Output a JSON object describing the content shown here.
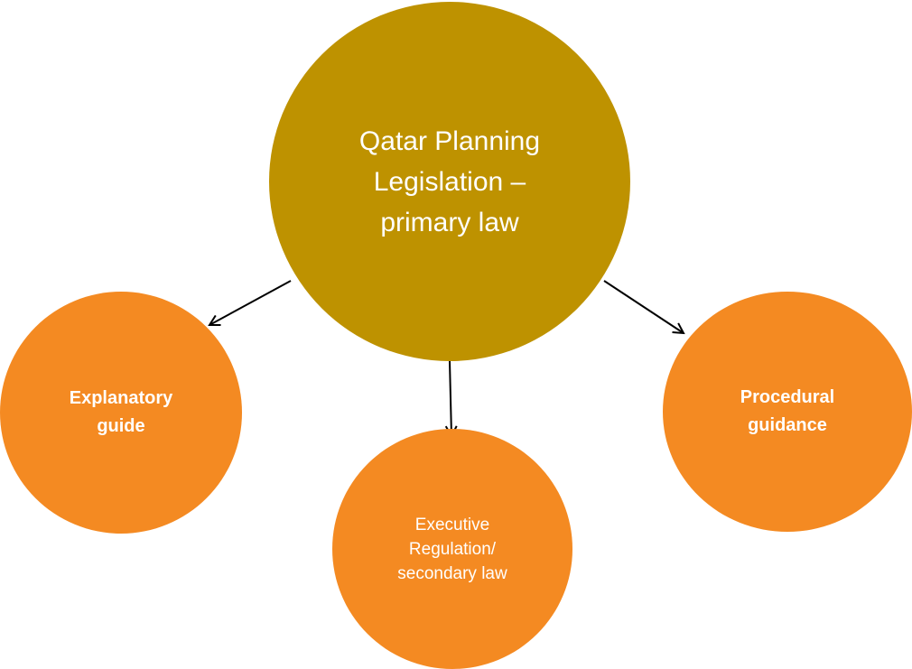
{
  "colors": {
    "primary_fill": "#BE9200",
    "secondary_fill": "#F48A22",
    "text": "#FFFFFF",
    "arrow": "#000000"
  },
  "nodes": {
    "primary": {
      "label": "Qatar Planning\nLegislation –\nprimary law"
    },
    "explanatory": {
      "label": "Explanatory\nguide"
    },
    "executive": {
      "label": "Executive\nRegulation/\nsecondary law"
    },
    "procedural": {
      "label": "Procedural\nguidance"
    }
  },
  "edges": [
    {
      "from": "primary",
      "to": "explanatory"
    },
    {
      "from": "primary",
      "to": "executive"
    },
    {
      "from": "primary",
      "to": "procedural"
    }
  ]
}
